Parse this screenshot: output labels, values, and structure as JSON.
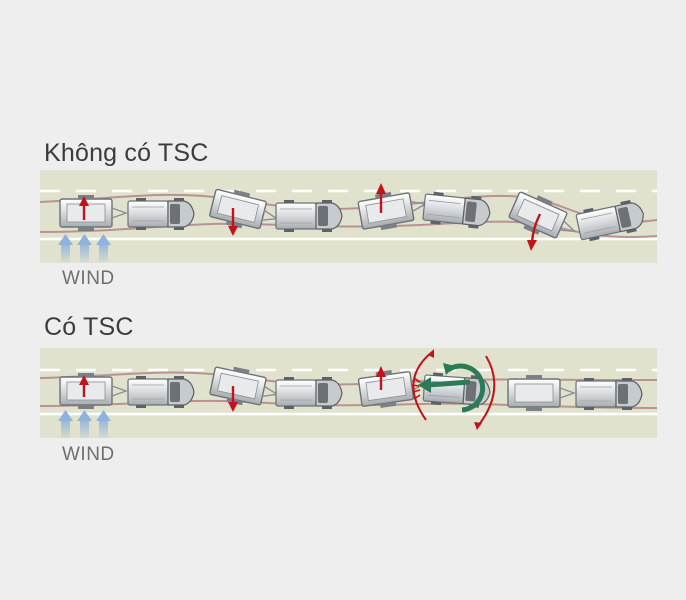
{
  "panels": [
    {
      "title": "Không có TSC",
      "wind_label": "WIND"
    },
    {
      "title": "Có TSC",
      "wind_label": "WIND"
    }
  ],
  "colors": {
    "background": "#eeeeef",
    "road": "#e1e2ce",
    "lane_lines": "#ffffff",
    "path_line": "#b9938f",
    "sway_arrow": "#c2121b",
    "control_arrow": "#2e7a57",
    "wind_arrow": "#8fb3dd",
    "vehicle": "#9ea3a8"
  },
  "icons": [
    "wind-arrow-icon",
    "sway-arrow-icon",
    "tsc-control-arrow-icon",
    "truck-icon",
    "trailer-icon"
  ]
}
